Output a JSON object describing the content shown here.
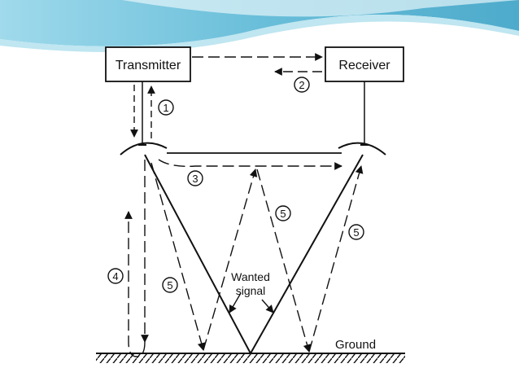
{
  "diagram": {
    "boxes": {
      "transmitter": "Transmitter",
      "receiver": "Receiver"
    },
    "labels": {
      "ground": "Ground",
      "wanted_line1": "Wanted",
      "wanted_line2": "signal"
    },
    "path_markers": {
      "p1": "1",
      "p2": "2",
      "p3": "3",
      "p4": "4",
      "p5a": "5",
      "p5b": "5",
      "p5c": "5"
    }
  },
  "colors": {
    "ink": "#111111",
    "banner_dark": "#3fa9c9",
    "banner_light": "#bfe6f1"
  }
}
